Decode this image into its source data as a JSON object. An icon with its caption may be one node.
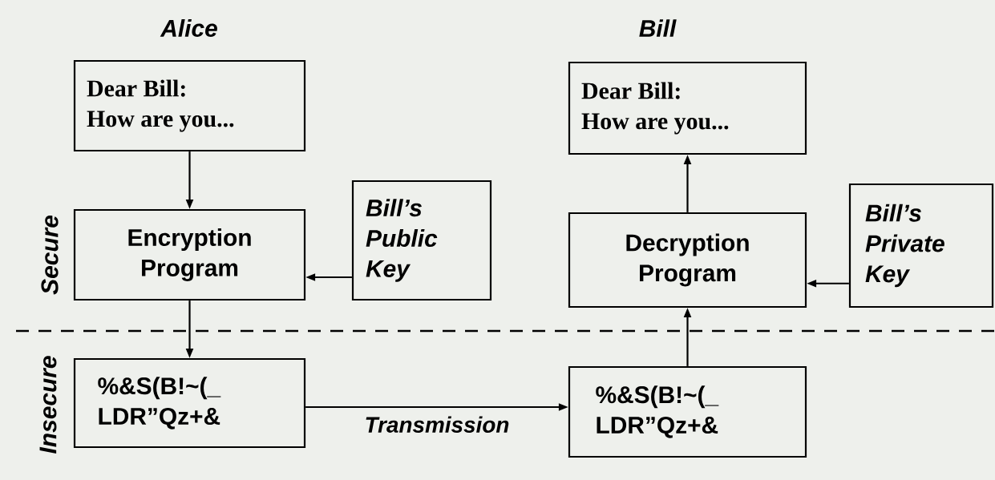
{
  "diagram": {
    "nodes": [
      {
        "text": [
          "Dear Bill:",
          "How are you..."
        ]
      },
      {
        "text": [
          "Encryption Program"
        ]
      },
      {
        "text": [
          "Bill’s Public Key"
        ]
      },
      {
        "text": [
          "%&S(B!~(_ LDR”Qz+&"
        ]
      },
      {
        "text": [
          "Dear Bill:",
          "How are you..."
        ]
      },
      {
        "text": [
          "Decryption Program"
        ]
      },
      {
        "text": [
          "Bill’s Private Key"
        ]
      },
      {
        "text": [
          "%&S(B!~(_ LDR”Qz+&"
        ]
      }
    ],
    "edges": [
      {
        "from": 0,
        "to": 1,
        "arrow": "to"
      },
      {
        "from": 2,
        "to": 1,
        "arrow": "to"
      },
      {
        "from": 1,
        "to": 3,
        "arrow": "to"
      },
      {
        "from": 3,
        "to": 7,
        "arrow": "to",
        "label": "Transmission"
      },
      {
        "from": 7,
        "to": 5,
        "arrow": "to"
      },
      {
        "from": 5,
        "to": 4,
        "arrow": "to"
      },
      {
        "from": 6,
        "to": 5,
        "arrow": "to"
      }
    ],
    "labels": [
      "Alice",
      "Bill",
      "Secure",
      "Insecure"
    ]
  }
}
